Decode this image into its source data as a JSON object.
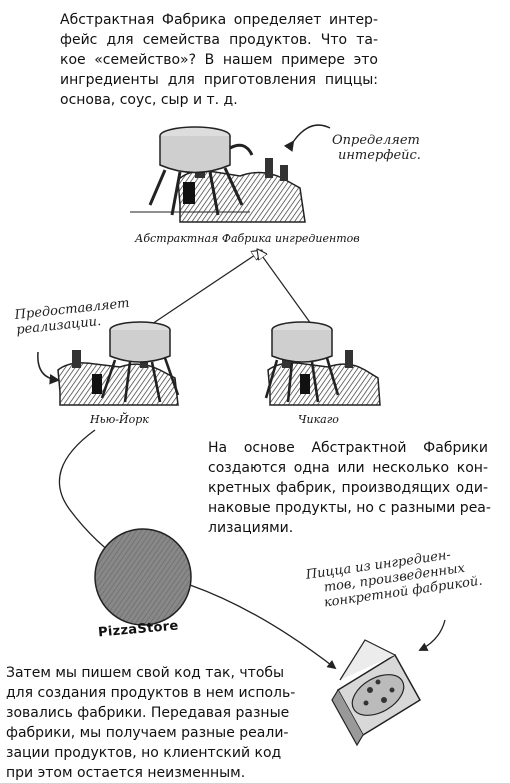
{
  "intro": {
    "lines": [
      "Абстрактная Фабрика определяет интер-",
      "фейс для семейства продуктов. Что та-",
      "кое «семейство»? В нашем примере это",
      "ингредиенты для приготовления пиццы:",
      "основа, соус, сыр и т. д."
    ]
  },
  "note_interface": {
    "lines": [
      "Определяет",
      "интерфейс."
    ]
  },
  "abstract_factory": {
    "label": "Абстрактная Фабрика ингредиентов"
  },
  "note_impl": {
    "lines": [
      "Предоставляет",
      "реализации."
    ]
  },
  "ny_factory": {
    "label": "Нью-Йорк"
  },
  "chicago_factory": {
    "label": "Чикаго"
  },
  "concrete_text": {
    "lines": [
      "На основе Абстрактной Фабрики",
      "создаются одна или несколько кон-",
      "кретных фабрик, производящих оди-",
      "наковые продукты, но с разными реа-",
      "лизациями."
    ]
  },
  "pizza_store": {
    "label": "PizzaStore"
  },
  "note_pizza": {
    "lines": [
      "Пицца из ингредиен-",
      "тов, произведенных",
      "конкретной фабрикой."
    ]
  },
  "outro": {
    "lines": [
      "Затем мы пишем свой код так, чтобы",
      "для создания продуктов в нем исполь-",
      "зовались фабрики. Передавая разные",
      "фабрики, мы получаем разные реали-",
      "зации продуктов, но клиентский код",
      "при этом остается неизменным."
    ]
  }
}
